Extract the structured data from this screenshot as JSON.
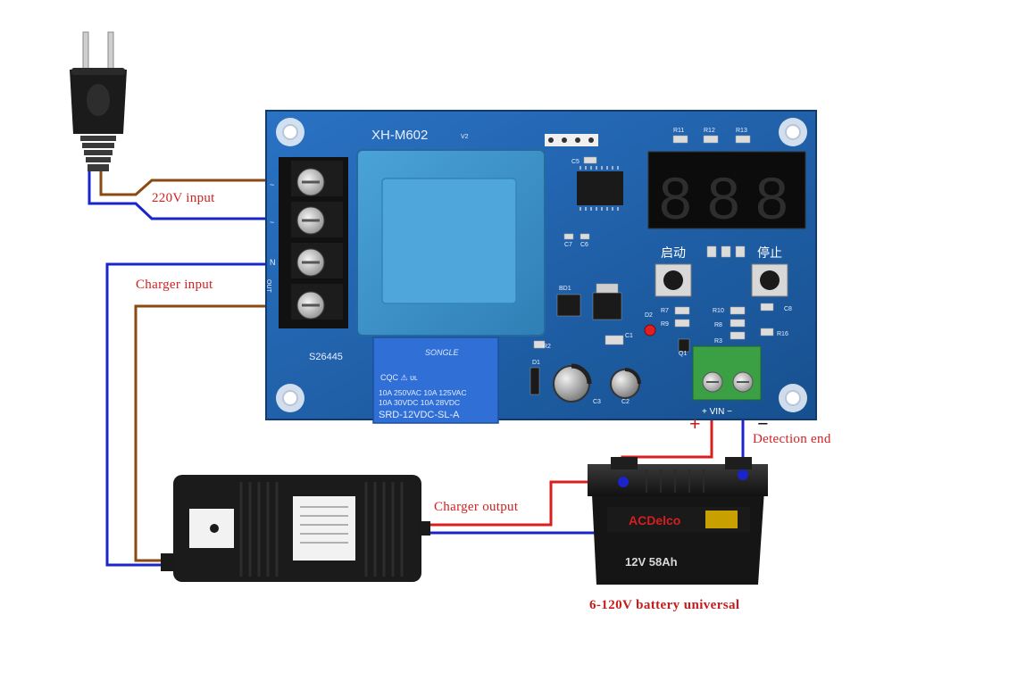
{
  "labels": {
    "input_220v": "220V input",
    "charger_input": "Charger input",
    "charger_output": "Charger output",
    "detection_end": "Detection end",
    "battery_caption": "6-120V battery universal",
    "plus_sign": "+",
    "minus_sign": "−"
  },
  "board": {
    "model": "XH-M602",
    "version": "V2",
    "code": "S26445",
    "display_digits": [
      "8",
      "8",
      "8"
    ],
    "start_label": "启动",
    "stop_label": "停止",
    "vin_label": "+ VIN −",
    "terminal_marks": [
      "~",
      "~",
      "N",
      "OUT"
    ],
    "chip_labels": [
      "R11",
      "R12",
      "R13",
      "C5",
      "C7",
      "C6",
      "BD1",
      "D2",
      "R2",
      "D1",
      "C3",
      "C2",
      "Q1",
      "R10",
      "R9",
      "R3",
      "R16",
      "C8",
      "R7",
      "R8",
      "C1"
    ]
  },
  "relay": {
    "brand": "SONGLE",
    "line1": "10A 250VAC  10A 125VAC",
    "line2": "10A  30VDC  10A  28VDC",
    "model": "SRD-12VDC-SL-A"
  },
  "battery": {
    "brand": "ACDelco",
    "rating": "12V 58Ah"
  },
  "colors": {
    "wire_brown": "#8a4a12",
    "wire_blue": "#1a24c8",
    "wire_red": "#d81e1e",
    "pcb_blue": "#1e5fae",
    "transformer": "#3f93c8"
  }
}
